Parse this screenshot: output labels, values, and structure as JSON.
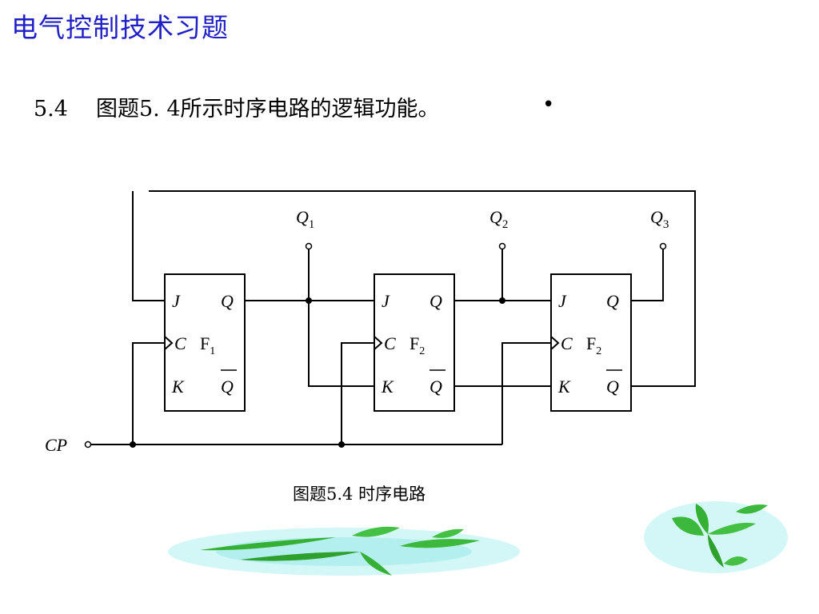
{
  "slide_title": "电气控制技术习题",
  "problem": {
    "number": "5.4",
    "text": "图题5. 4所示时序电路的逻辑功能。",
    "bullet": "•"
  },
  "circuit": {
    "outputs": [
      {
        "main": "Q",
        "sub": "1"
      },
      {
        "main": "Q",
        "sub": "2"
      },
      {
        "main": "Q",
        "sub": "3"
      }
    ],
    "flip_flops": [
      {
        "name": "F",
        "sub": "1"
      },
      {
        "name": "F",
        "sub": "2"
      },
      {
        "name": "F",
        "sub": "2"
      }
    ],
    "pins": {
      "j": "J",
      "k": "K",
      "c": "C",
      "q": "Q",
      "qbar": "Q"
    },
    "clock_label": "CP"
  },
  "caption": "图题5.4  时序电路",
  "decoration": {
    "icon": "bamboo-leaves",
    "leaf_color": "#3dbb3d",
    "glow_color": "#aef0f0"
  }
}
